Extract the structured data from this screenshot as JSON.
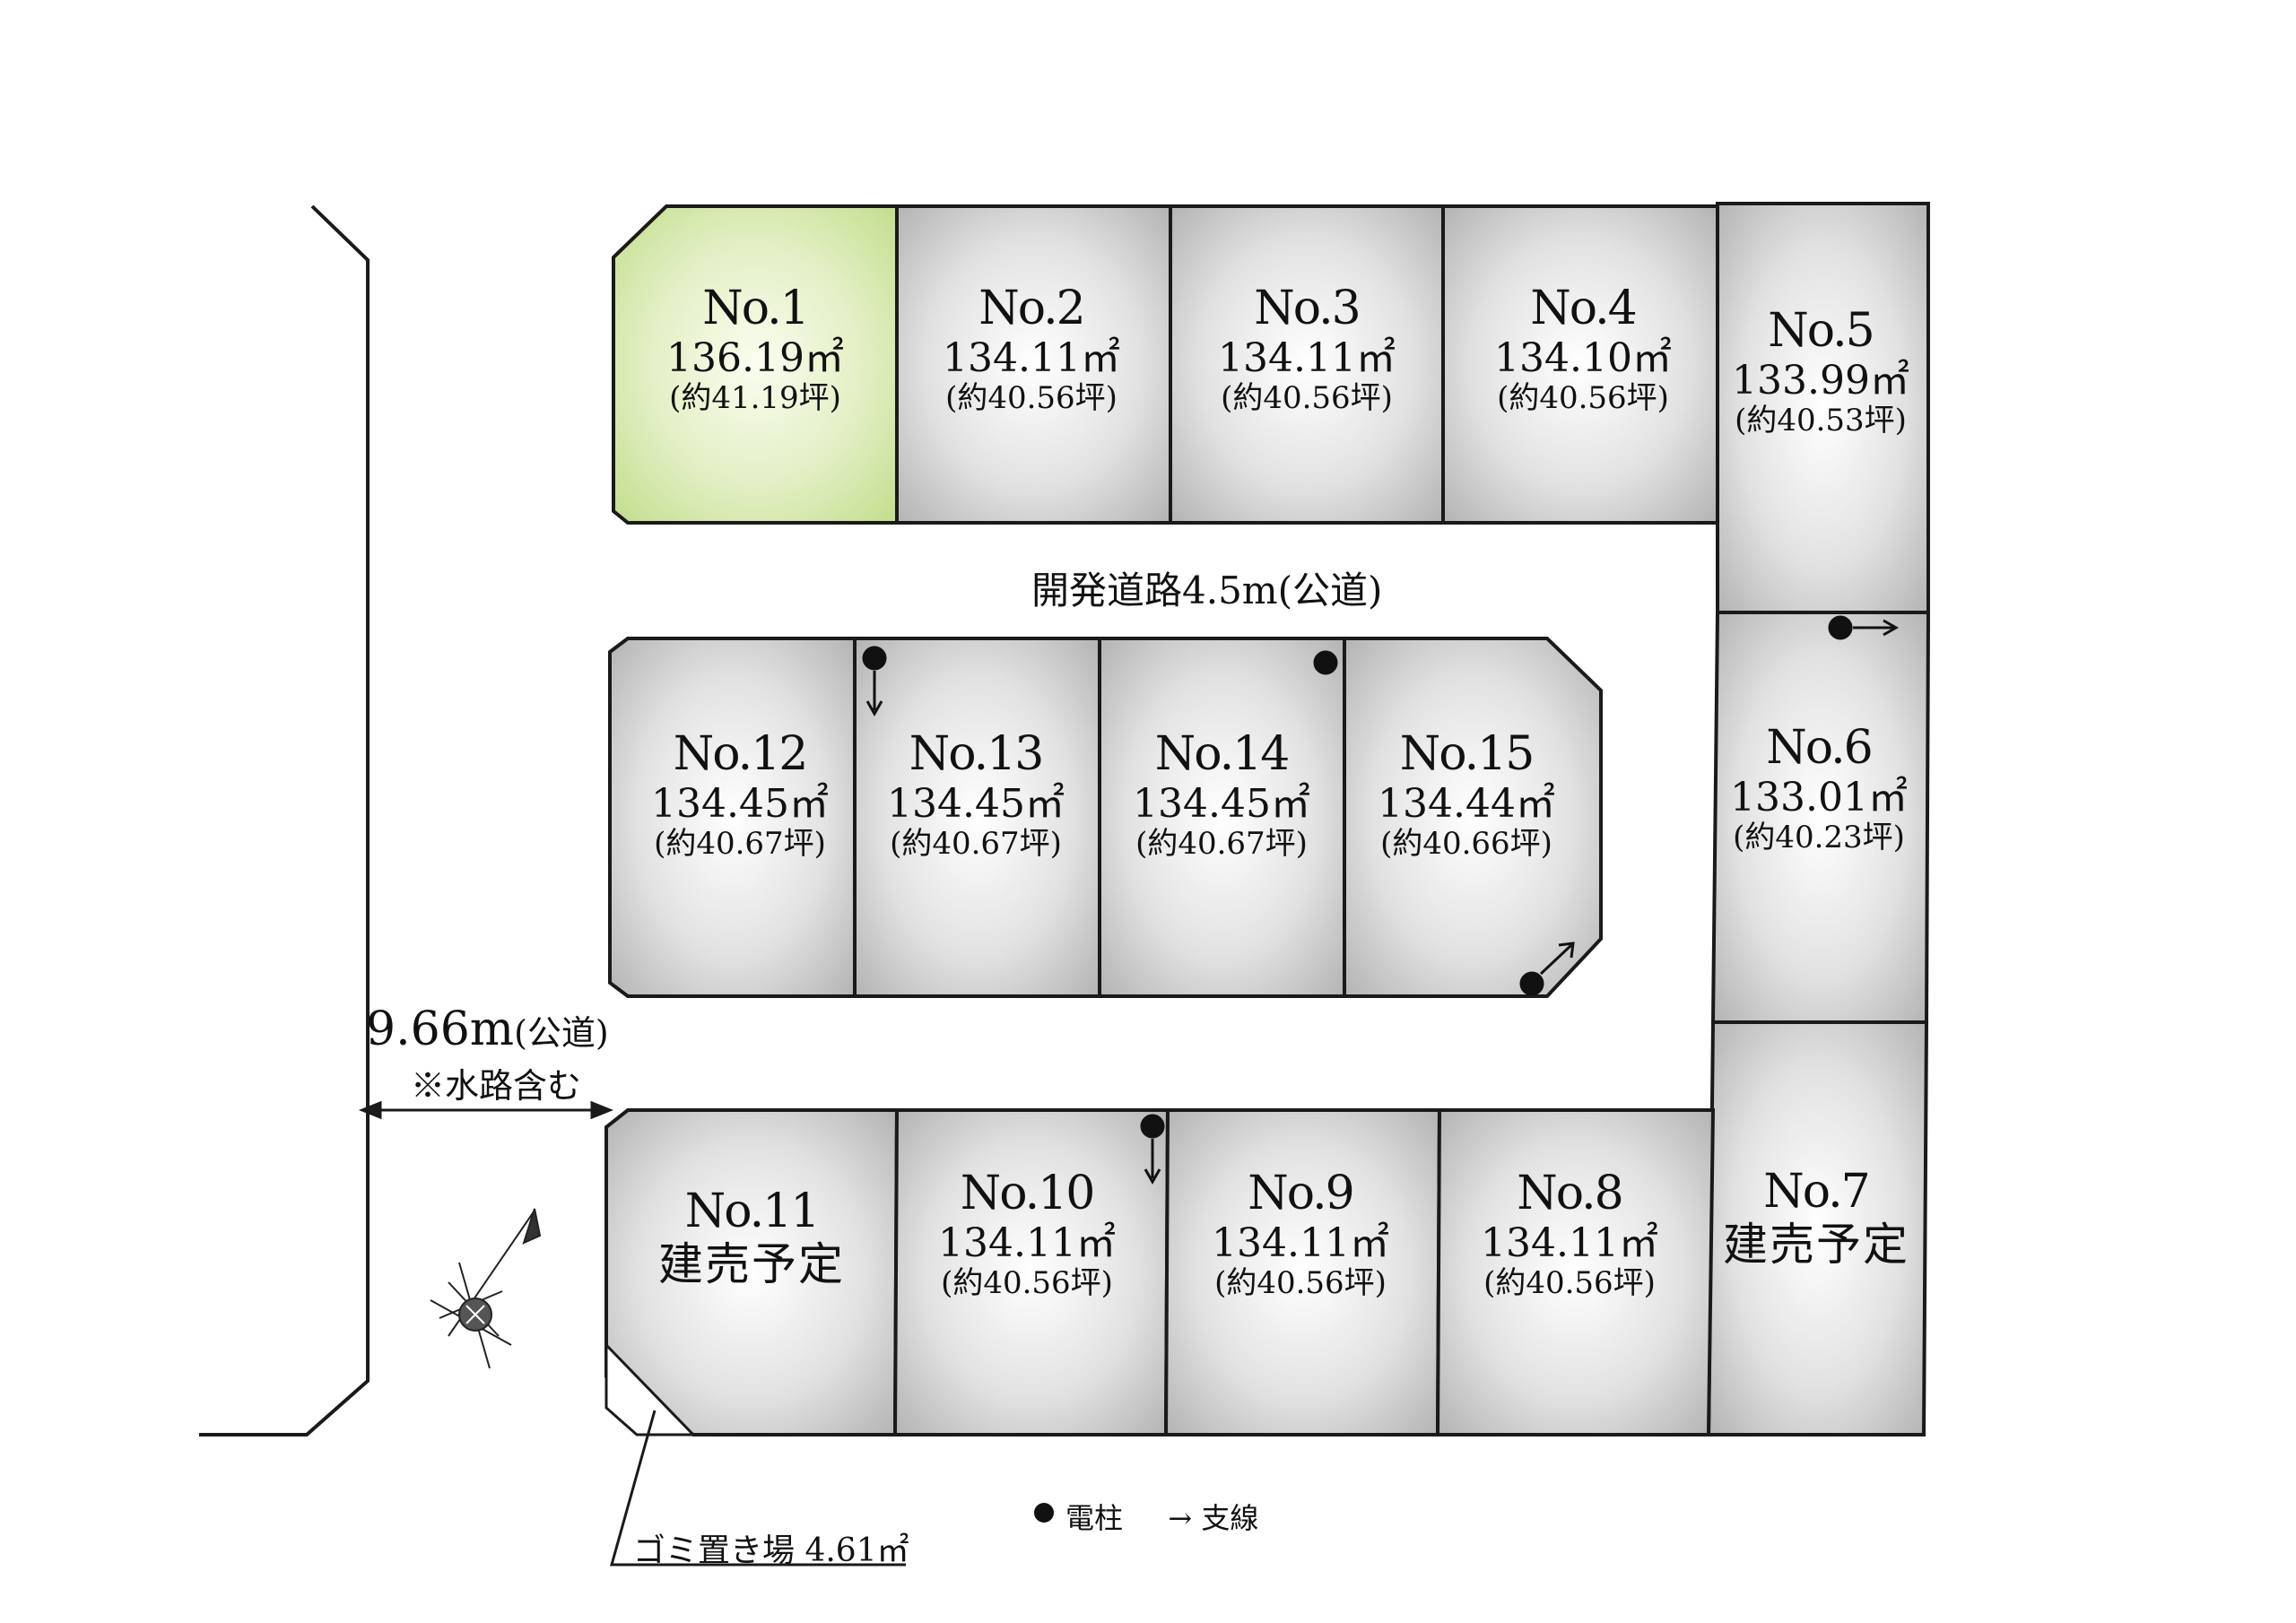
{
  "lots": [
    {
      "no": "No.1",
      "area": "136.19㎡",
      "tsubo": "(約41.19坪)",
      "note": "",
      "highlight": true
    },
    {
      "no": "No.2",
      "area": "134.11㎡",
      "tsubo": "(約40.56坪)",
      "note": ""
    },
    {
      "no": "No.3",
      "area": "134.11㎡",
      "tsubo": "(約40.56坪)",
      "note": ""
    },
    {
      "no": "No.4",
      "area": "134.10㎡",
      "tsubo": "(約40.56坪)",
      "note": ""
    },
    {
      "no": "No.5",
      "area": "133.99㎡",
      "tsubo": "(約40.53坪)",
      "note": ""
    },
    {
      "no": "No.6",
      "area": "133.01㎡",
      "tsubo": "(約40.23坪)",
      "note": ""
    },
    {
      "no": "No.7",
      "area": "",
      "tsubo": "",
      "note": "建売予定"
    },
    {
      "no": "No.8",
      "area": "134.11㎡",
      "tsubo": "(約40.56坪)",
      "note": ""
    },
    {
      "no": "No.9",
      "area": "134.11㎡",
      "tsubo": "(約40.56坪)",
      "note": ""
    },
    {
      "no": "No.10",
      "area": "134.11㎡",
      "tsubo": "(約40.56坪)",
      "note": ""
    },
    {
      "no": "No.11",
      "area": "",
      "tsubo": "",
      "note": "建売予定"
    },
    {
      "no": "No.12",
      "area": "134.45㎡",
      "tsubo": "(約40.67坪)",
      "note": ""
    },
    {
      "no": "No.13",
      "area": "134.45㎡",
      "tsubo": "(約40.67坪)",
      "note": ""
    },
    {
      "no": "No.14",
      "area": "134.45㎡",
      "tsubo": "(約40.67坪)",
      "note": ""
    },
    {
      "no": "No.15",
      "area": "134.44㎡",
      "tsubo": "(約40.66坪)",
      "note": ""
    }
  ],
  "road": {
    "development": "開発道路4.5m(公道)",
    "public_width": "9.66m",
    "public_suffix": "(公道)",
    "waterway_note": "※水路含む"
  },
  "garbage": "ゴミ置き場 4.61㎡",
  "legend": {
    "pole_symbol": "●",
    "pole_label": "電柱",
    "guy_symbol": "→",
    "guy_label": "支線"
  },
  "colors": {
    "lot_fill_center": "#ffffff",
    "lot_fill_edge": "#b8b8b8",
    "highlight_center": "#f7fbe9",
    "highlight_edge": "#c6df8f",
    "outline": "#1a1a1a"
  }
}
